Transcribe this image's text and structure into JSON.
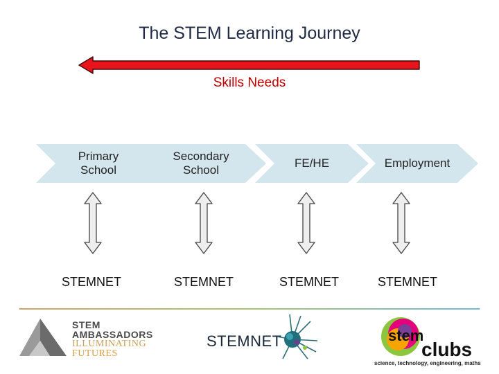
{
  "title": "The STEM Learning Journey",
  "arrow_label": "Skills Needs",
  "stages": [
    {
      "label": "Primary\nSchool"
    },
    {
      "label": "Secondary\nSchool"
    },
    {
      "label": "FE/HE"
    },
    {
      "label": "Employment"
    }
  ],
  "support_label": "STEMNET",
  "logos": {
    "ambassadors": {
      "line1": "STEM",
      "line2": "AMBASSADORS",
      "line3": "ILLUMINATING",
      "line4": "FUTURES"
    },
    "stemnet": "STEMNET",
    "clubs_tagline": "science, technology, engineering, maths"
  },
  "colors": {
    "arrow_red": "#e8141b",
    "stage_fill": "#d3e6ed",
    "title_text": "#1f2a44",
    "skills_text": "#c00000"
  }
}
